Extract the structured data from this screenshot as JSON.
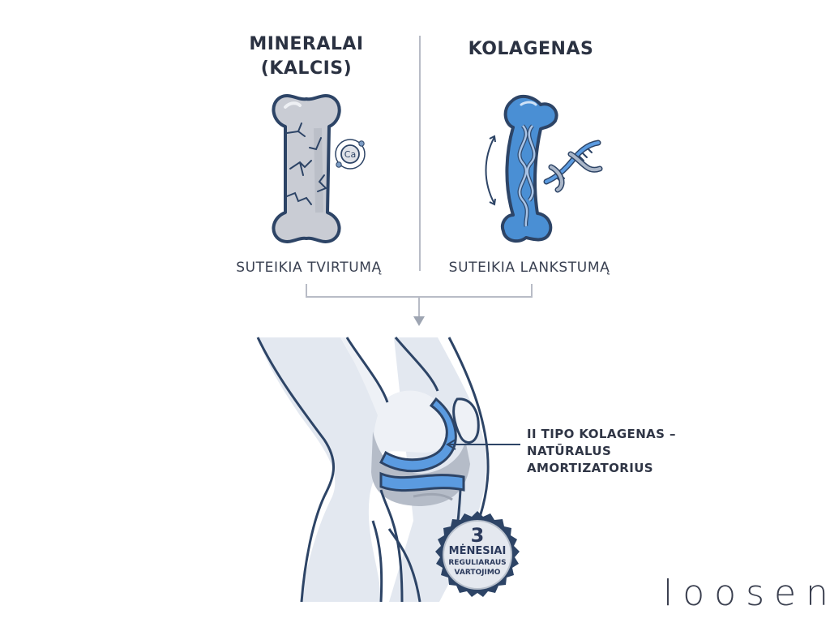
{
  "left_panel": {
    "title_line1": "MINERALAI",
    "title_line2": "(KALCIS)",
    "caption": "SUTEIKIA TVIRTUMĄ",
    "icon": "cracked-bone-icon",
    "atom_label": "Ca"
  },
  "right_panel": {
    "title": "KOLAGENAS",
    "caption": "SUTEIKIA LANKSTUMĄ",
    "icon": "flexible-collagen-bone-icon",
    "secondary_icon": "dna-helix-icon"
  },
  "knee": {
    "annotation_line1": "II TIPO KOLAGENAS –",
    "annotation_line2": "NATŪRALUS",
    "annotation_line3": "AMORTIZATORIUS"
  },
  "badge": {
    "number": "3",
    "line1": "MĖNESIAI",
    "line2": "REGULIARAUS",
    "line3": "VARTOJIMO"
  },
  "brand": {
    "logo": "loosen"
  },
  "colors": {
    "navy_outline": "#2d4466",
    "bone_grey": "#c9ccd4",
    "collagen_blue": "#4a8fd4",
    "cartilage_blue": "#5b9be0",
    "soft_tissue": "#e3e8f0",
    "divider": "#b8bcc6",
    "text": "#2b3242"
  }
}
